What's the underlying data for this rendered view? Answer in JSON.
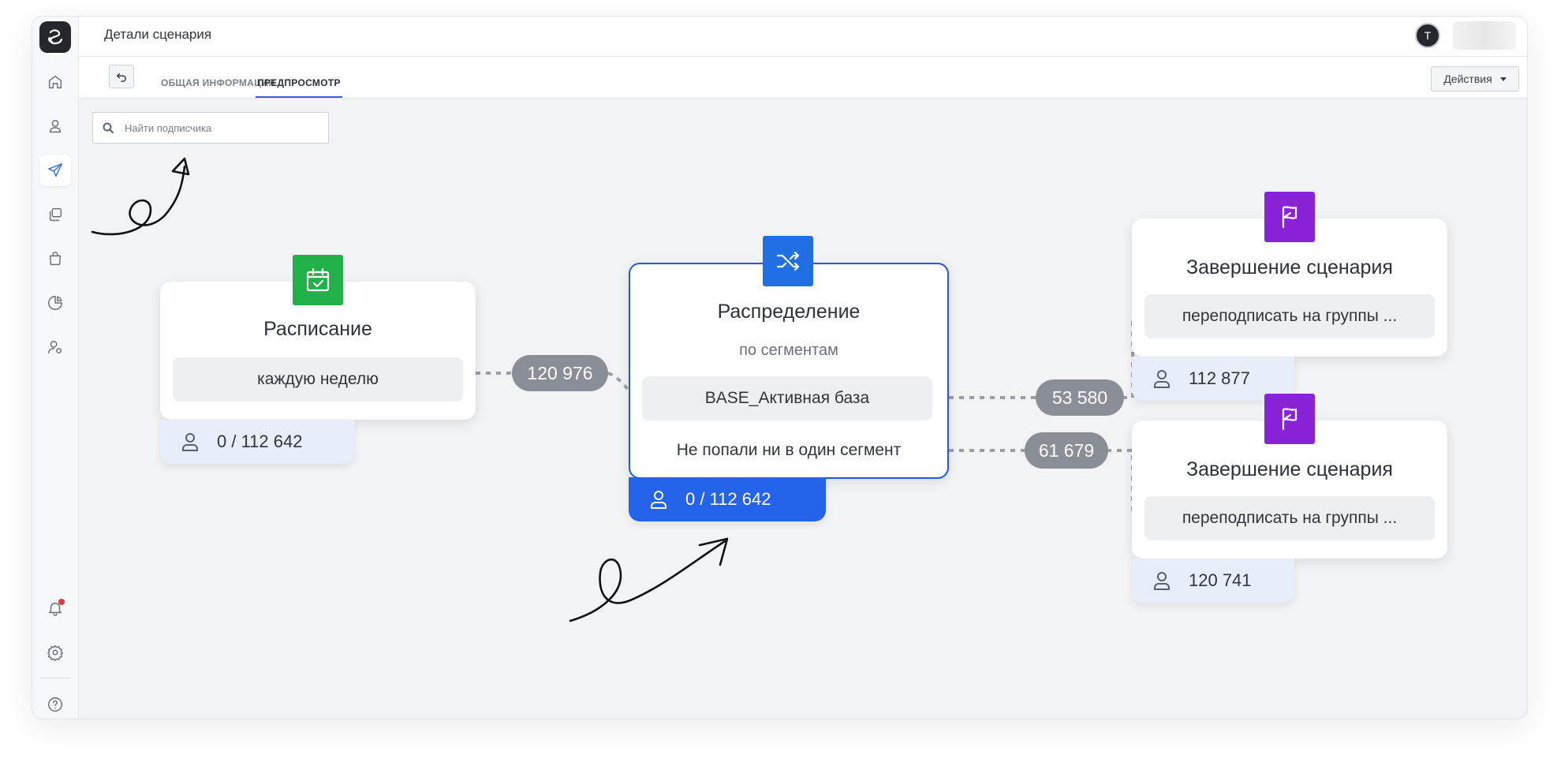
{
  "app": {
    "page_title": "Детали сценария",
    "user_initial": "T"
  },
  "sidebar": {
    "items": [
      {
        "icon": "home-icon"
      },
      {
        "icon": "user-icon"
      },
      {
        "icon": "send-icon",
        "active": true
      },
      {
        "icon": "copy-icon"
      },
      {
        "icon": "bag-icon"
      },
      {
        "icon": "pie-chart-icon"
      },
      {
        "icon": "user-settings-icon"
      }
    ],
    "bottom": [
      "bell-icon",
      "gear-icon",
      "help-icon"
    ]
  },
  "tabs": [
    {
      "label": "ОБЩАЯ ИНФОРМАЦИЯ",
      "active": false
    },
    {
      "label": "ПРЕДПРОСМОТР",
      "active": true
    }
  ],
  "actions_label": "Действия",
  "search": {
    "placeholder": "Найти подписчика"
  },
  "nodes": {
    "schedule": {
      "title": "Расписание",
      "pill": "каждую неделю",
      "count": "0 / 112 642",
      "color": "#22b04b"
    },
    "split": {
      "title": "Распределение",
      "subtitle": "по сегментам",
      "segment": "BASE_Активная база",
      "fallback": "Не попали ни в один сегмент",
      "count": "0 / 112 642",
      "color": "#1f6fe5"
    },
    "end1": {
      "title": "Завершение сценария",
      "pill": "переподписать на группы ...",
      "count": "112 877",
      "color": "#8a22d8"
    },
    "end2": {
      "title": "Завершение сценария",
      "pill": "переподписать на группы ...",
      "count": "120 741",
      "color": "#8a22d8"
    }
  },
  "edges": {
    "schedule_to_split": "120 976",
    "segment_to_end1": "53 580",
    "fallback_to_end2": "61 679"
  }
}
